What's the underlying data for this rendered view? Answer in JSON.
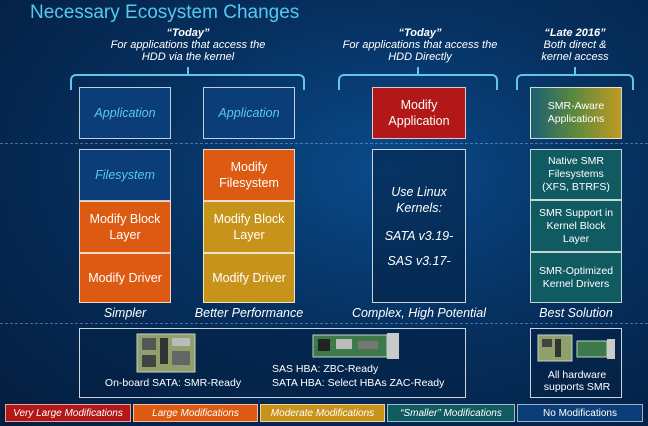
{
  "title": "Necessary Ecosystem Changes",
  "headers": {
    "today1": {
      "label": "“Today”",
      "sub": "For applications that access the HDD via the kernel"
    },
    "today2": {
      "label": "“Today”",
      "sub": "For applications that access the HDD Directly"
    },
    "late2016": {
      "label": "“Late 2016”",
      "sub": "Both direct & kernel access"
    }
  },
  "col1": {
    "app": "Application",
    "fs": "Filesystem",
    "block": "Modify Block Layer",
    "driver": "Modify Driver",
    "label": "Simpler"
  },
  "col2": {
    "app": "Application",
    "fs": "Modify Filesystem",
    "block": "Modify Block Layer",
    "driver": "Modify Driver",
    "label": "Better Performance"
  },
  "col3": {
    "app": "Modify Application",
    "kernel_title": "Use Linux Kernels:",
    "sata": "SATA v3.19-",
    "sas": "SAS v3.17-",
    "label": "Complex, High Potential"
  },
  "col4": {
    "app": "SMR-Aware Applications",
    "fs": "Native SMR Filesystems (XFS, BTRFS)",
    "block": "SMR Support in Kernel Block Layer",
    "driver": "SMR-Optimized Kernel Drivers",
    "label": "Best Solution"
  },
  "hardware": {
    "onboard": "On-board SATA: SMR-Ready",
    "sas_hba": "SAS HBA: ZBC-Ready",
    "sata_hba": "SATA HBA: Select HBAs ZAC-Ready",
    "all": "All hardware supports SMR"
  },
  "legend": [
    {
      "label": "Very Large Modifications",
      "color": "#b31818"
    },
    {
      "label": "Large Modifications",
      "color": "#dd5a12"
    },
    {
      "label": "Moderate Modifications",
      "color": "#c8931a"
    },
    {
      "label": "“Smaller” Modifications",
      "color": "#0f5b61"
    },
    {
      "label": "No Modifications",
      "color": "#0b3d78"
    }
  ]
}
